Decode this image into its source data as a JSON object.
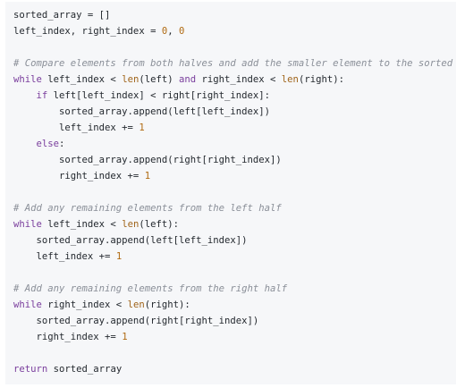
{
  "code": {
    "language": "python",
    "colors": {
      "background": "#f6f7f9",
      "text": "#24292f",
      "keyword": "#7a3e9d",
      "builtin": "#a0651b",
      "number": "#b06a12",
      "comment": "#8a8f98"
    },
    "lines": [
      [
        {
          "t": "p",
          "v": "sorted_array = []"
        }
      ],
      [
        {
          "t": "p",
          "v": "left_index, right_index = "
        },
        {
          "t": "num",
          "v": "0"
        },
        {
          "t": "p",
          "v": ", "
        },
        {
          "t": "num",
          "v": "0"
        }
      ],
      [],
      [
        {
          "t": "cm",
          "v": "# Compare elements from both halves and add the smaller element to the sorted"
        }
      ],
      [
        {
          "t": "kw",
          "v": "while"
        },
        {
          "t": "p",
          "v": " left_index < "
        },
        {
          "t": "bi",
          "v": "len"
        },
        {
          "t": "p",
          "v": "(left) "
        },
        {
          "t": "kw",
          "v": "and"
        },
        {
          "t": "p",
          "v": " right_index < "
        },
        {
          "t": "bi",
          "v": "len"
        },
        {
          "t": "p",
          "v": "(right):"
        }
      ],
      [
        {
          "t": "p",
          "v": "    "
        },
        {
          "t": "kw",
          "v": "if"
        },
        {
          "t": "p",
          "v": " left[left_index] < right[right_index]:"
        }
      ],
      [
        {
          "t": "p",
          "v": "        sorted_array.append(left[left_index])"
        }
      ],
      [
        {
          "t": "p",
          "v": "        left_index += "
        },
        {
          "t": "num",
          "v": "1"
        }
      ],
      [
        {
          "t": "p",
          "v": "    "
        },
        {
          "t": "kw",
          "v": "else"
        },
        {
          "t": "p",
          "v": ":"
        }
      ],
      [
        {
          "t": "p",
          "v": "        sorted_array.append(right[right_index])"
        }
      ],
      [
        {
          "t": "p",
          "v": "        right_index += "
        },
        {
          "t": "num",
          "v": "1"
        }
      ],
      [],
      [
        {
          "t": "cm",
          "v": "# Add any remaining elements from the left half"
        }
      ],
      [
        {
          "t": "kw",
          "v": "while"
        },
        {
          "t": "p",
          "v": " left_index < "
        },
        {
          "t": "bi",
          "v": "len"
        },
        {
          "t": "p",
          "v": "(left):"
        }
      ],
      [
        {
          "t": "p",
          "v": "    sorted_array.append(left[left_index])"
        }
      ],
      [
        {
          "t": "p",
          "v": "    left_index += "
        },
        {
          "t": "num",
          "v": "1"
        }
      ],
      [],
      [
        {
          "t": "cm",
          "v": "# Add any remaining elements from the right half"
        }
      ],
      [
        {
          "t": "kw",
          "v": "while"
        },
        {
          "t": "p",
          "v": " right_index < "
        },
        {
          "t": "bi",
          "v": "len"
        },
        {
          "t": "p",
          "v": "(right):"
        }
      ],
      [
        {
          "t": "p",
          "v": "    sorted_array.append(right[right_index])"
        }
      ],
      [
        {
          "t": "p",
          "v": "    right_index += "
        },
        {
          "t": "num",
          "v": "1"
        }
      ],
      [],
      [
        {
          "t": "kw",
          "v": "return"
        },
        {
          "t": "p",
          "v": " sorted_array"
        }
      ]
    ]
  }
}
